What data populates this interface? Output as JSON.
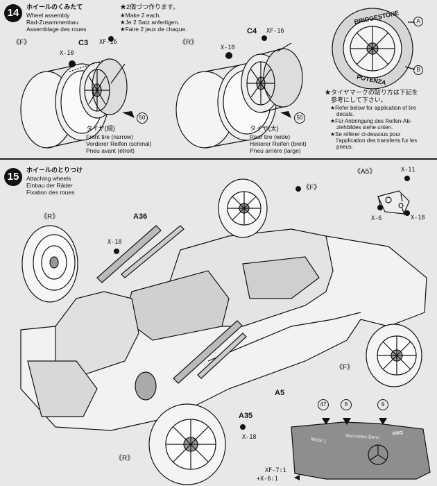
{
  "step14": {
    "number": "14",
    "title_jp": "ホイールのくみたて",
    "title_en": "Wheel assembly",
    "title_de": "Rad-Zusammenbau",
    "title_fr": "Assemblage des roues",
    "note_jp": "★2個づつ作ります。",
    "note_en": "★Make 2 each.",
    "note_de": "★Je 2 Satz anfertigen.",
    "note_fr": "★Faire 2 jeux de chaque.",
    "front_marker": "《F》",
    "rear_marker": "《R》",
    "front_part": "C3",
    "rear_part": "C4",
    "paint_xf16": "XF-16",
    "paint_x10": "X-10",
    "ref_50": "50",
    "narrow_jp": "タイヤ(細)",
    "narrow_en": "Front tire (narrow)",
    "narrow_de": "Vorderer Reifen (schmal)",
    "narrow_fr": "Pneu avant (étroit)",
    "wide_jp": "タイヤ(太)",
    "wide_en": "Rear tire (wide)",
    "wide_de": "Hinterer Reifen (breit)",
    "wide_fr": "Pneu arrière (large)",
    "decal_A": "A",
    "decal_B": "B",
    "tire_brand": "BRIDGESTONE",
    "tire_model": "POTENZA",
    "decal_note_jp_1": "★タイヤマークの貼り方は下記を",
    "decal_note_jp_2": "参考にして下さい。",
    "decal_note_en_1": "★Refer below for application of tire",
    "decal_note_en_2": "decals.",
    "decal_note_de_1": "★Für Anbringung des Reifen-Ab-",
    "decal_note_de_2": "ziehbildes siehe unten.",
    "decal_note_fr_1": "★Se référer ci-dessous pour",
    "decal_note_fr_2": "l'application des transferts fur les",
    "decal_note_fr_3": "pneus."
  },
  "step15": {
    "number": "15",
    "title_jp": "ホイールのとりつけ",
    "title_en": "Attaching wheels",
    "title_de": "Einbau der Räder",
    "title_fr": "Fixation des roues",
    "marker_A5": "《A5》",
    "marker_F": "《F》",
    "marker_R": "《R》",
    "part_A36": "A36",
    "part_A5": "A5",
    "part_A35": "A35",
    "paint_x11": "X-11",
    "paint_x6": "X-6",
    "paint_x18": "X-18",
    "ref_47": "47",
    "ref_8": "8",
    "ref_9": "9",
    "mix_line1": "XF-7:1",
    "mix_line2": "+X-6:1",
    "wing_text_1": "Mobil 1",
    "wing_text_2": "Mercedes-Benz",
    "wing_text_3": "AMG"
  }
}
